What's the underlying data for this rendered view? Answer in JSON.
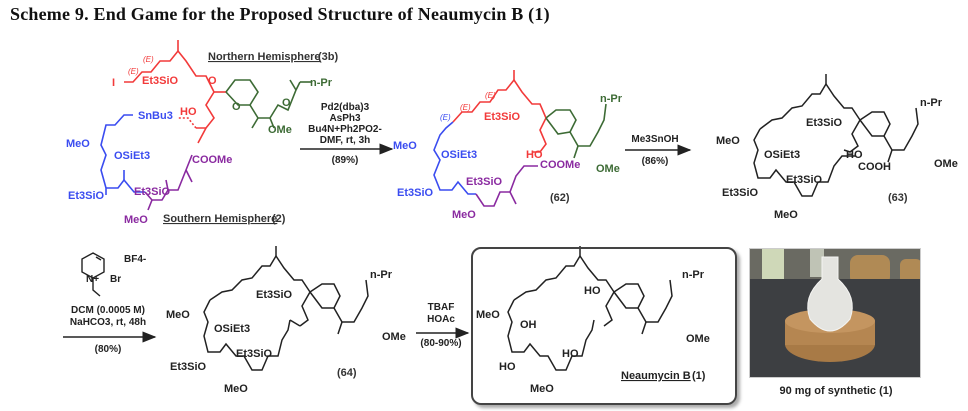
{
  "title": "Scheme 9. End Game for the Proposed Structure of Neaumycin B (1)",
  "colors": {
    "northern": "#f23a3a",
    "southern": "#8a2aa0",
    "western": "#3a4cf0",
    "eastern": "#3d6b35",
    "black": "#222222"
  },
  "fragments": {
    "northern": {
      "label": "Northern Hemisphere",
      "num": "(3b)"
    },
    "southern": {
      "label": "Southern Hemisphere",
      "num": "(2)"
    }
  },
  "groups": {
    "iodo": "I",
    "E": "(E)",
    "tes_o": "Et3SiO",
    "o_tes": "OSiEt3",
    "snbu3": "SnBu3",
    "meo": "MeO",
    "ome": "OMe",
    "ho": "HO",
    "oh": "OH",
    "npr": "n-Pr",
    "coome": "COOMe",
    "cooh": "COOH",
    "o": "O"
  },
  "steps": [
    {
      "id": "step1",
      "conditions": [
        "Pd2(dba)3",
        "AsPh3",
        "Bu4N+Ph2PO2-",
        "DMF, rt, 3h"
      ],
      "yield": "(89%)"
    },
    {
      "id": "step2",
      "conditions": [
        "Me3SnOH"
      ],
      "yield": "(86%)"
    },
    {
      "id": "step3",
      "reagent": {
        "bf4": "BF4-",
        "br": "Br",
        "n": "N+"
      },
      "conditions": [
        "DCM (0.0005 M)",
        "NaHCO3, rt, 48h"
      ],
      "yield": "(80%)"
    },
    {
      "id": "step4",
      "conditions": [
        "TBAF",
        "HOAc"
      ],
      "yield": "(80-90%)"
    }
  ],
  "compounds": {
    "c62": "(62)",
    "c63": "(63)",
    "c64": "(64)",
    "final": {
      "name": "Neaumycin B",
      "num": "(1)"
    }
  },
  "photo": {
    "caption": "90 mg of synthetic (1)"
  }
}
